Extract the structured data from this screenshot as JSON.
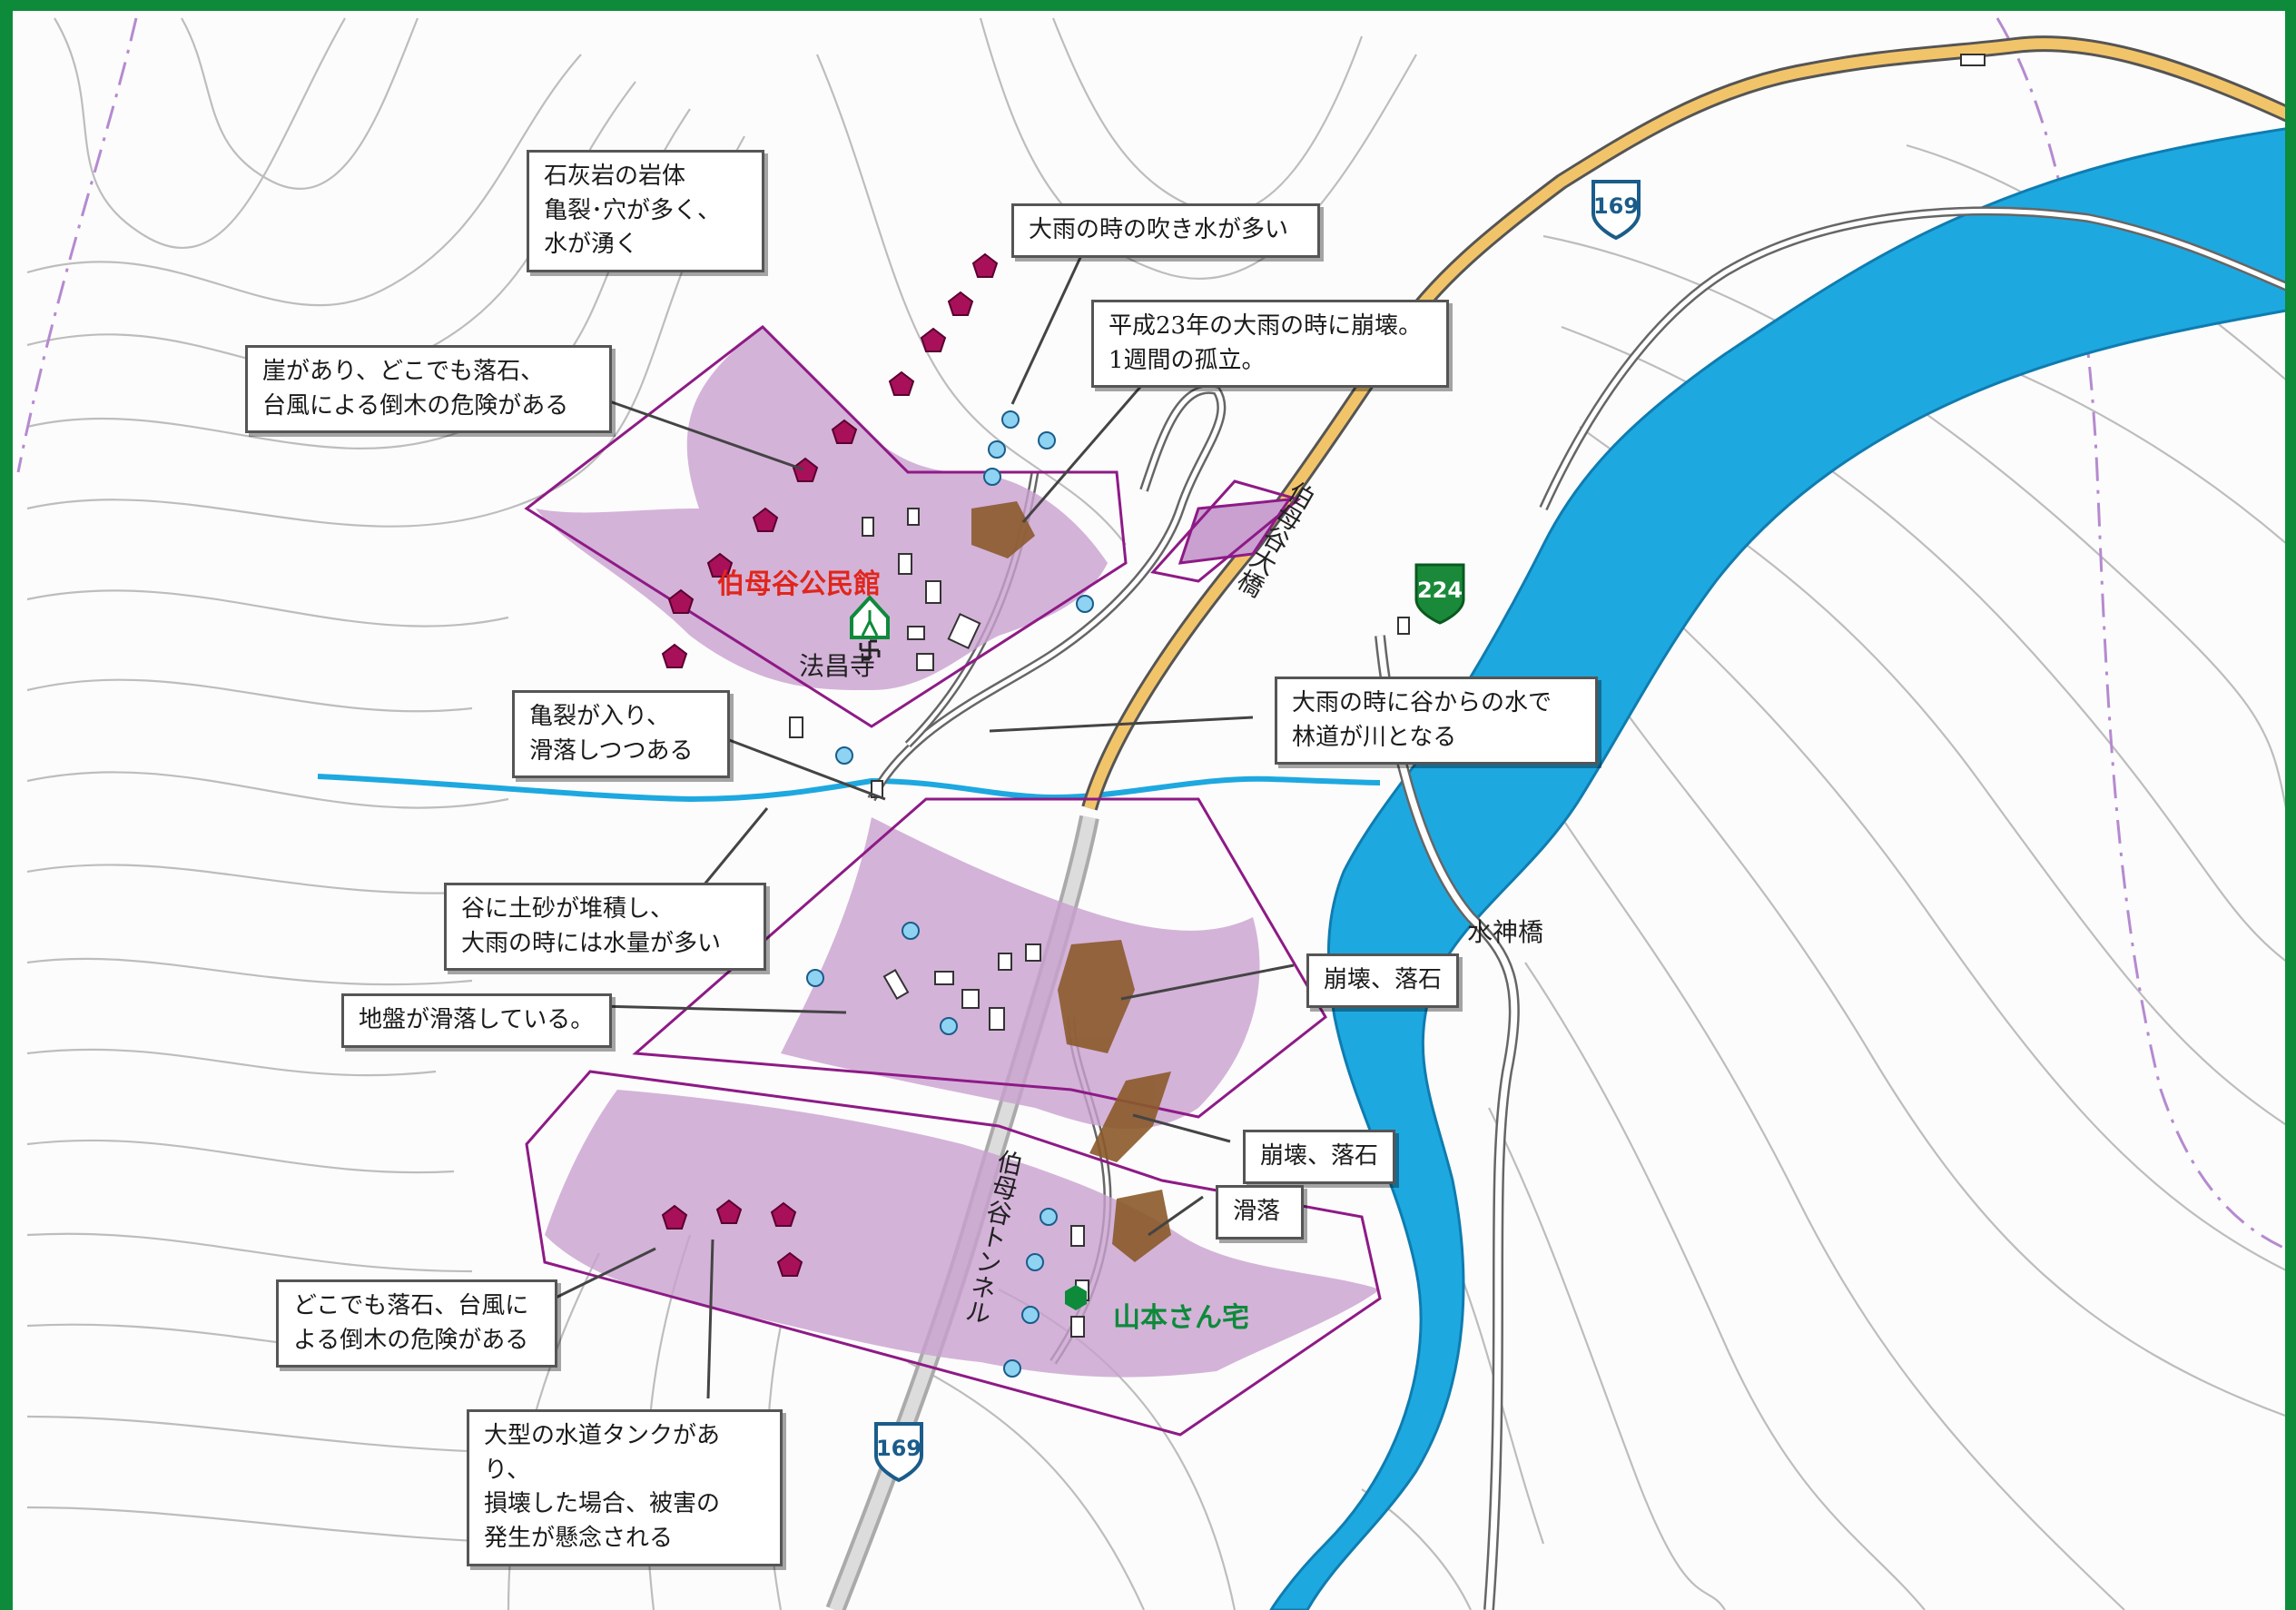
{
  "callouts": {
    "limestone": "石灰岩の岩体\n亀裂･穴が多く、\n水が湧く",
    "cliff": "崖があり、どこでも落石、\n台風による倒木の危険がある",
    "spring": "大雨の時の吹き水が多い",
    "collapse_h23": "平成23年の大雨の時に崩壊。\n1週間の孤立。",
    "crack": "亀裂が入り、\n滑落しつつある",
    "forest_road": "大雨の時に谷からの水で\n林道が川となる",
    "valley_sediment": "谷に土砂が堆積し、\n大雨の時には水量が多い",
    "ground_slide": "地盤が滑落している。",
    "collapse_rockfall_1": "崩壊、落石",
    "collapse_rockfall_2": "崩壊、落石",
    "slide": "滑落",
    "rockfall_typhoon": "どこでも落石、台風に\nよる倒木の危険がある",
    "water_tank": "大型の水道タンクがあり、\n損壊した場合、被害の\n発生が懸念される"
  },
  "places": {
    "community_hall": "伯母谷公民館",
    "temple": "法昌寺",
    "yamamoto_house": "山本さん宅",
    "bridge_large": "伯母谷大橋",
    "bridge_water_god": "水神橋",
    "tunnel": "伯母谷トンネル"
  },
  "routes": {
    "r169_top": "169",
    "r224": "224",
    "r169_bottom": "169"
  },
  "icons": {
    "hazard_marker": "pentagon-hazard-icon",
    "spring_marker": "circle-spring-icon",
    "community_hall": "evacuation-shelter-icon",
    "temple": "temple-manji-icon",
    "house": "hexagon-house-icon",
    "route_shield": "route-shield-icon"
  },
  "colors": {
    "frame": "#0d8a3a",
    "river": "#1ea8e0",
    "road_national": "#f2c46a",
    "hazard_zone_fill": "#c9a0d0",
    "hazard_zone_stroke": "#8e1a86",
    "collapse_fill": "#8b5a2b",
    "hazard_marker": "#a8105a",
    "spring_marker": "#8ed3f2",
    "contour": "#b9b9b9",
    "boundary": "#b58ad0"
  }
}
